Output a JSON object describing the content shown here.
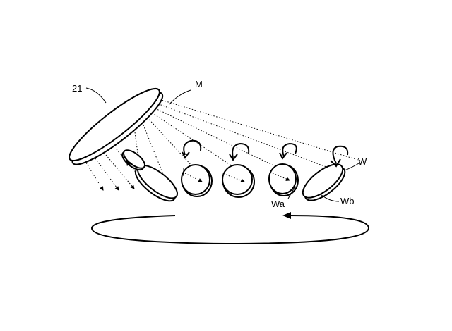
{
  "labels": {
    "source": "21",
    "beam": "M",
    "wafer": "W",
    "wafer_front": "Wa",
    "wafer_back": "Wb"
  },
  "colors": {
    "ink": "#000000",
    "background": "#ffffff"
  },
  "icons": [
    "rotation-arrow-icon",
    "travel-direction-arrow-icon"
  ]
}
